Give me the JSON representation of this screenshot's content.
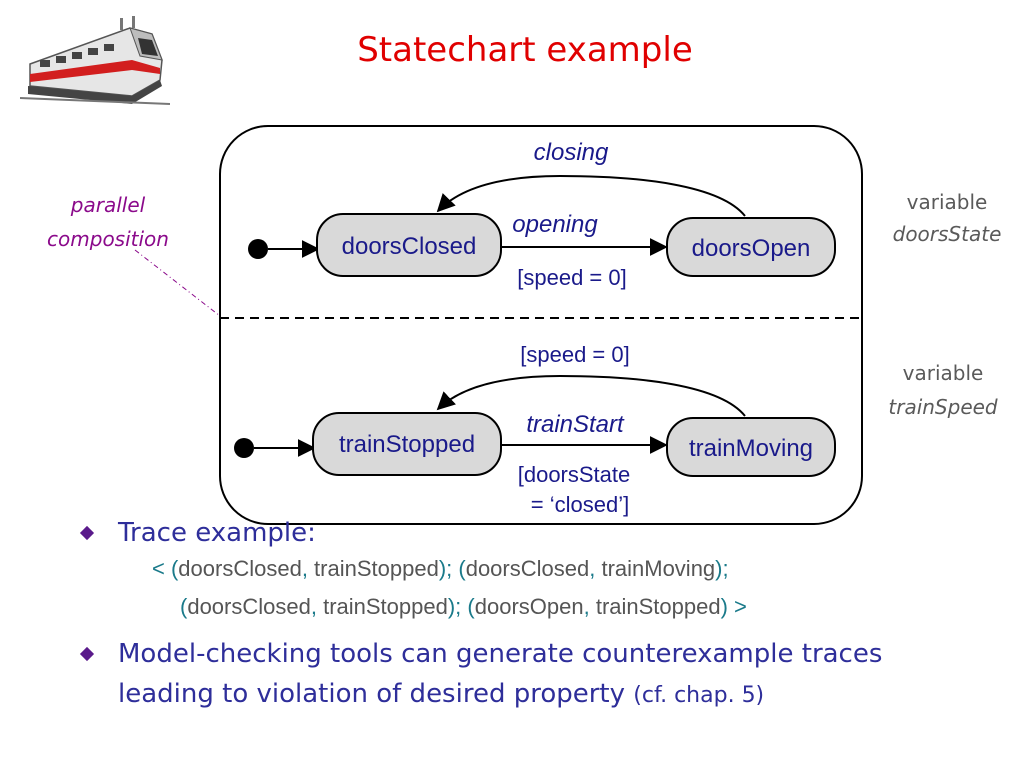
{
  "title": "Statechart example",
  "annotations": {
    "parallel_line1": "parallel",
    "parallel_line2": "composition",
    "variable_word": "variable",
    "doors_var": "doorsState",
    "speed_var": "trainSpeed"
  },
  "states": {
    "doorsClosed": "doorsClosed",
    "doorsOpen": "doorsOpen",
    "trainStopped": "trainStopped",
    "trainMoving": "trainMoving"
  },
  "transitions": {
    "closing": "closing",
    "opening": "opening",
    "opening_guard": "[speed = 0]",
    "speed_guard": "[speed = 0]",
    "trainStart": "trainStart",
    "trainStart_guard_line1": "[doorsState",
    "trainStart_guard_line2": "= ‘closed’]"
  },
  "bullets": {
    "trace_heading": "Trace example:",
    "trace_line1": [
      {
        "t": "< (",
        "c": "teal"
      },
      {
        "t": "doorsClosed",
        "c": "grey"
      },
      {
        "t": ", ",
        "c": "teal"
      },
      {
        "t": "trainStopped",
        "c": "grey"
      },
      {
        "t": ");  (",
        "c": "teal"
      },
      {
        "t": "doorsClosed",
        "c": "grey"
      },
      {
        "t": ", ",
        "c": "teal"
      },
      {
        "t": "trainMoving",
        "c": "grey"
      },
      {
        "t": ");",
        "c": "teal"
      }
    ],
    "trace_line2": [
      {
        "t": "(",
        "c": "teal"
      },
      {
        "t": "doorsClosed",
        "c": "grey"
      },
      {
        "t": ", ",
        "c": "teal"
      },
      {
        "t": "trainStopped",
        "c": "grey"
      },
      {
        "t": ");  (",
        "c": "teal"
      },
      {
        "t": "doorsOpen",
        "c": "grey"
      },
      {
        "t": ", ",
        "c": "teal"
      },
      {
        "t": "trainStopped",
        "c": "grey"
      },
      {
        "t": ") >",
        "c": "teal"
      }
    ],
    "mc_line1": "Model-checking tools can generate counterexample traces",
    "mc_line2": "leading to violation of desired property",
    "mc_ref": "(cf. chap. 5)"
  },
  "colors": {
    "title": "#e00000",
    "state_fill": "#d9d9d9",
    "state_text": "#1a1a8a",
    "bullet_text": "#2e2e9a",
    "annotation": "#8b0a8b"
  }
}
